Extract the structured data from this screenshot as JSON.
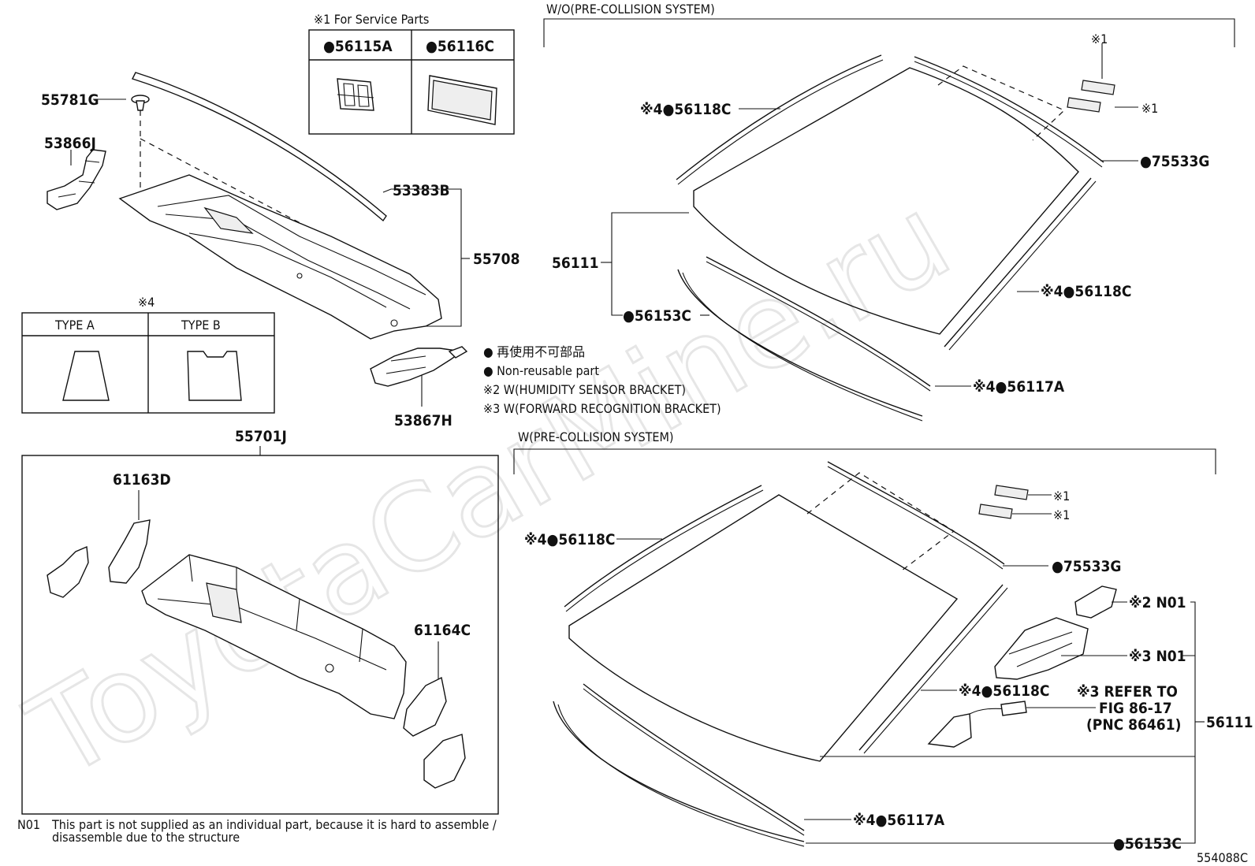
{
  "watermark": "ToyotaCarMine.ru",
  "figure_code": "554088C",
  "service_parts": {
    "header": "※1 For Service Parts",
    "col1": "●56115A",
    "col2": "●56116C"
  },
  "type_table": {
    "mark": "※4",
    "type_a": "TYPE  A",
    "type_b": "TYPE  B"
  },
  "legend": {
    "jp": "● 再使用不可部品",
    "en": "● Non-reusable part",
    "n2": "※2 W(HUMIDITY SENSOR BRACKET)",
    "n3": "※3 W(FORWARD RECOGNITION BRACKET)"
  },
  "section_wo": "W/O(PRE-COLLISION SYSTEM)",
  "section_w": "W(PRE-COLLISION SYSTEM)",
  "footnote": {
    "code": "N01",
    "line1": "This part is not supplied as an individual part, because it is hard to assemble /",
    "line2": "disassemble due to the structure"
  },
  "labels": {
    "p55781g": "55781G",
    "p53866j": "53866J",
    "p53383b": "53383B",
    "p55708": "55708",
    "p53867h": "53867H",
    "p55701j": "55701J",
    "p61163d": "61163D",
    "p61164c": "61164C",
    "a_56118c_top": "※4●56118C",
    "a_x1_top": "※1",
    "a_x1_right": "※1",
    "a_75533g": "●75533G",
    "a_56111": "56111",
    "a_56118c_right": "※4●56118C",
    "a_56153c": "●56153C",
    "a_56117a": "※4●56117A",
    "b_x1_a": "※1",
    "b_x1_b": "※1",
    "b_56118c_left": "※4●56118C",
    "b_75533g": "●75533G",
    "b_n01_2": "※2 N01",
    "b_n01_3": "※3 N01",
    "b_56118c_mid": "※4●56118C",
    "b_refer1": "※3 REFER TO",
    "b_refer2": "FIG 86-17",
    "b_refer3": "(PNC 86461)",
    "b_56111": "56111",
    "b_56117a": "※4●56117A",
    "b_56153c": "●56153C"
  }
}
